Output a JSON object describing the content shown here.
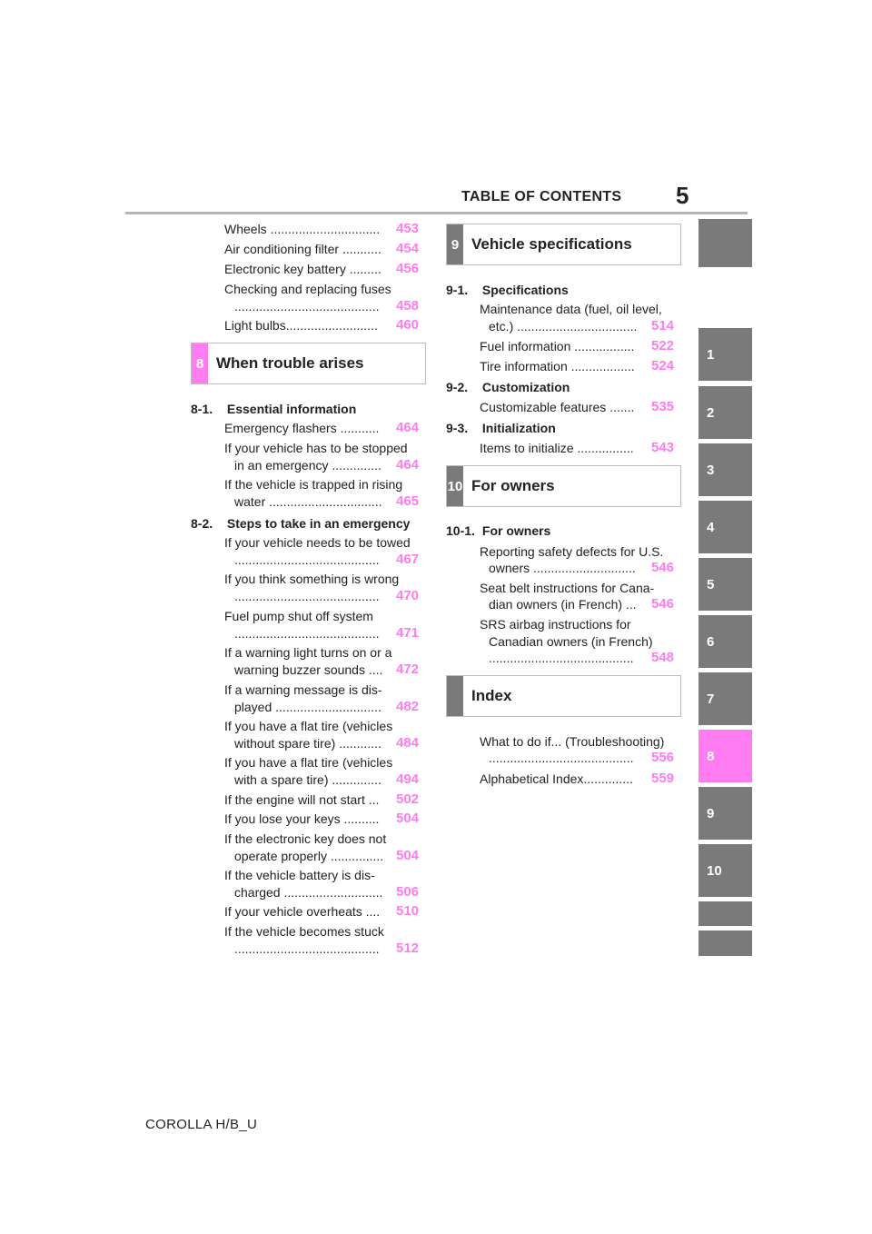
{
  "header": {
    "title": "TABLE OF CONTENTS",
    "page_number": "5"
  },
  "footer": {
    "model": "COROLLA H/B_U"
  },
  "tabs": [
    "",
    "1",
    "2",
    "3",
    "4",
    "5",
    "6",
    "7",
    "8",
    "9",
    "10",
    "",
    ""
  ],
  "left": {
    "top_entries": [
      {
        "label": "Wheels ...............................",
        "page": "453"
      },
      {
        "label": "Air conditioning filter ...........",
        "page": "454"
      },
      {
        "label": "Electronic key battery .........",
        "page": "456"
      },
      {
        "label1": "Checking and replacing fuses",
        "label2": ".........................................",
        "page": "458"
      },
      {
        "label": "Light bulbs..........................",
        "page": "460"
      }
    ],
    "section8": {
      "number": "8",
      "title": "When trouble arises",
      "sub1": {
        "num": "8-1.",
        "title": "Essential information",
        "entries": [
          {
            "label": "Emergency flashers ...........",
            "page": "464"
          },
          {
            "label1": "If your vehicle has to be stopped",
            "label2": "in an emergency ..............",
            "page": "464"
          },
          {
            "label1": "If the vehicle is trapped in rising",
            "label2": "water ................................",
            "page": "465"
          }
        ]
      },
      "sub2": {
        "num": "8-2.",
        "title": "Steps to take in an emergency",
        "entries": [
          {
            "label1": "If your vehicle needs to be towed",
            "label2": ".........................................",
            "page": "467"
          },
          {
            "label1": "If you think something is wrong",
            "label2": ".........................................",
            "page": "470"
          },
          {
            "label1": "Fuel pump shut off system",
            "label2": ".........................................",
            "page": "471"
          },
          {
            "label1": "If a warning light turns on or a",
            "label2": "warning buzzer sounds ....",
            "page": "472"
          },
          {
            "label1": "If a warning message is dis-",
            "label2": "played ..............................",
            "page": "482"
          },
          {
            "label1": "If you have a flat tire (vehicles",
            "label2": "without spare tire) ............",
            "page": "484"
          },
          {
            "label1": "If you have a flat tire (vehicles",
            "label2": "with a spare tire) ..............",
            "page": "494"
          },
          {
            "label": "If the engine will not start ...",
            "page": "502"
          },
          {
            "label": "If you lose your keys ..........",
            "page": "504"
          },
          {
            "label1": "If the electronic key does not",
            "label2": "operate properly ...............",
            "page": "504"
          },
          {
            "label1": "If the vehicle battery is dis-",
            "label2": "charged ............................",
            "page": "506"
          },
          {
            "label": "If your vehicle overheats ....",
            "page": "510"
          },
          {
            "label1": "If the vehicle becomes stuck",
            "label2": ".........................................",
            "page": "512"
          }
        ]
      }
    }
  },
  "right": {
    "section9": {
      "number": "9",
      "title": "Vehicle specifications",
      "sub1": {
        "num": "9-1.",
        "title": "Specifications",
        "entries": [
          {
            "label1": "Maintenance data (fuel, oil level,",
            "label2": "etc.) ..................................",
            "page": "514"
          },
          {
            "label": "Fuel information .................",
            "page": "522"
          },
          {
            "label": "Tire information ..................",
            "page": "524"
          }
        ]
      },
      "sub2": {
        "num": "9-2.",
        "title": "Customization",
        "entries": [
          {
            "label": "Customizable features .......",
            "page": "535"
          }
        ]
      },
      "sub3": {
        "num": "9-3.",
        "title": "Initialization",
        "entries": [
          {
            "label": "Items to initialize ................",
            "page": "543"
          }
        ]
      }
    },
    "section10": {
      "number": "10",
      "title": "For owners",
      "sub1": {
        "num": "10-1.",
        "title": "For owners",
        "entries": [
          {
            "label1": "Reporting safety defects for U.S.",
            "label2": "owners .............................",
            "page": "546"
          },
          {
            "label1": "Seat belt instructions for Cana-",
            "label2": "dian owners (in French) ...",
            "page": "546"
          },
          {
            "label1": "SRS airbag instructions for",
            "label2": "Canadian owners (in French)",
            "label3": ".........................................",
            "page": "548"
          }
        ]
      }
    },
    "index": {
      "title": "Index",
      "entries": [
        {
          "label1": "What to do if... (Troubleshooting)",
          "label2": ".........................................",
          "page": "556"
        },
        {
          "label": "Alphabetical Index..............",
          "page": "559"
        }
      ]
    }
  }
}
